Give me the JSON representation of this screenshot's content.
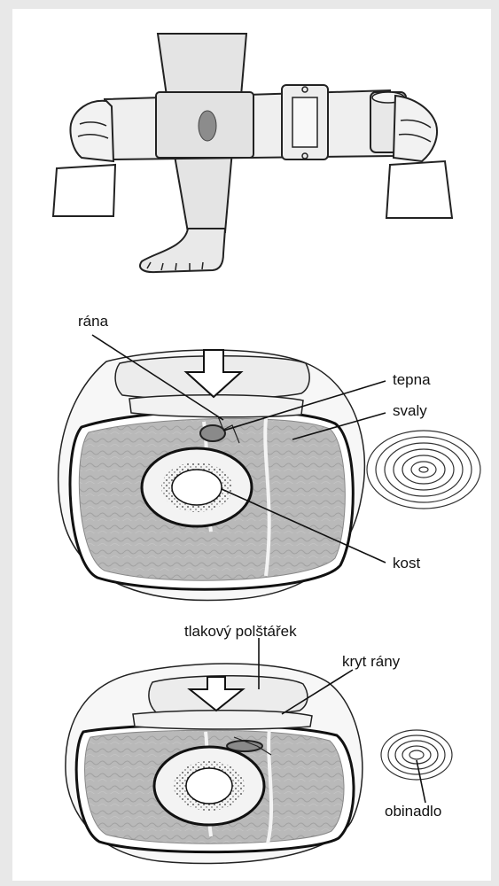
{
  "labels": {
    "wound": "rána",
    "artery": "tepna",
    "muscles": "svaly",
    "bone": "kost",
    "pressure_pad": "tlakový polštářek",
    "wound_cover": "kryt rány",
    "bandage": "obinadlo"
  },
  "colors": {
    "muscle_fill": "#b4b4b4",
    "line": "#1a1a1a",
    "paper": "#ffffff",
    "background": "#e8e8e8"
  }
}
